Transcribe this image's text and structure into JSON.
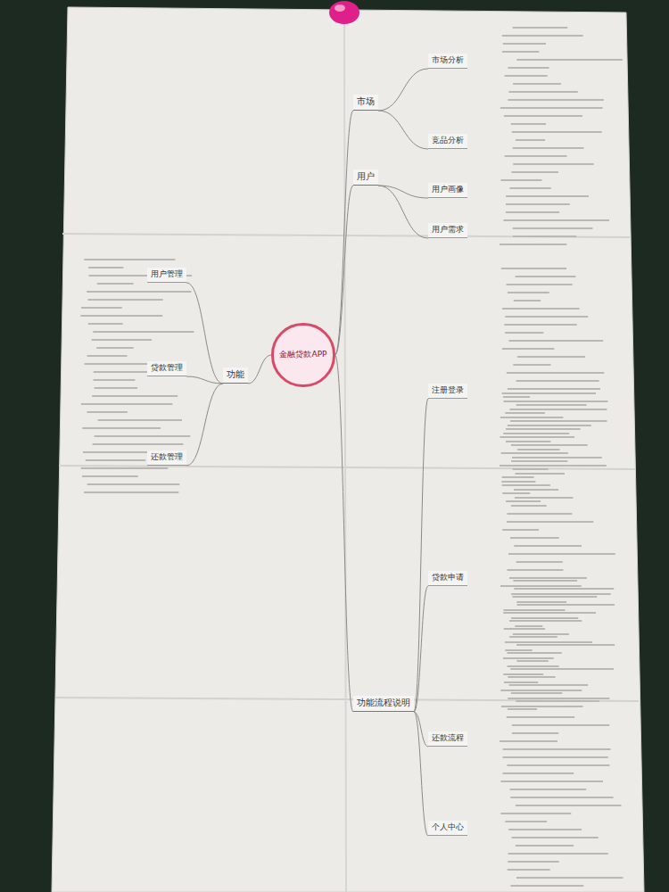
{
  "diagram": {
    "nodes": [
      {
        "text": [
          "金融贷款APP"
        ]
      },
      {
        "text": [
          "市场"
        ]
      },
      {
        "text": [
          "用户"
        ]
      },
      {
        "text": [
          "功能"
        ]
      },
      {
        "text": [
          "功能流程说明"
        ]
      },
      {
        "text": [
          "市场分析"
        ]
      },
      {
        "text": [
          "竞品分析"
        ]
      },
      {
        "text": [
          "用户画像"
        ]
      },
      {
        "text": [
          "用户需求"
        ]
      },
      {
        "text": [
          "用户管理"
        ]
      },
      {
        "text": [
          "贷款管理"
        ]
      },
      {
        "text": [
          "还款管理"
        ]
      },
      {
        "text": [
          "注册登录"
        ]
      },
      {
        "text": [
          "贷款申请"
        ]
      },
      {
        "text": [
          "还款流程"
        ]
      },
      {
        "text": [
          "个人中心"
        ]
      }
    ],
    "edges": [
      {
        "from": 0,
        "to": 1,
        "arrow": "none"
      },
      {
        "from": 0,
        "to": 2,
        "arrow": "none"
      },
      {
        "from": 0,
        "to": 3,
        "arrow": "none"
      },
      {
        "from": 0,
        "to": 4,
        "arrow": "none"
      },
      {
        "from": 1,
        "to": 5,
        "arrow": "none"
      },
      {
        "from": 1,
        "to": 6,
        "arrow": "none"
      },
      {
        "from": 2,
        "to": 7,
        "arrow": "none"
      },
      {
        "from": 2,
        "to": 8,
        "arrow": "none"
      },
      {
        "from": 3,
        "to": 9,
        "arrow": "none"
      },
      {
        "from": 3,
        "to": 10,
        "arrow": "none"
      },
      {
        "from": 3,
        "to": 11,
        "arrow": "none"
      },
      {
        "from": 4,
        "to": 12,
        "arrow": "none"
      },
      {
        "from": 4,
        "to": 13,
        "arrow": "none"
      },
      {
        "from": 4,
        "to": 14,
        "arrow": "none"
      },
      {
        "from": 4,
        "to": 15,
        "arrow": "none"
      }
    ]
  }
}
